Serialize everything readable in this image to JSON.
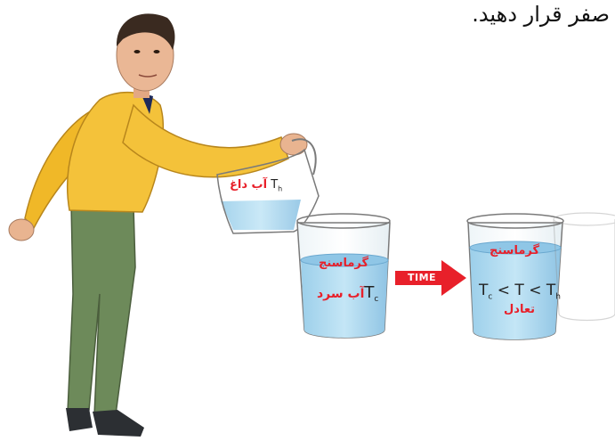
{
  "caption": "صفر قرار دهید.",
  "pitcher": {
    "liquid": "آب داغ",
    "temp_symbol": "T",
    "temp_sub": "h"
  },
  "cold_beaker": {
    "thermometer": "گرماسنج",
    "liquid": "آب سرد",
    "temp_symbol": "T",
    "temp_sub": "c"
  },
  "arrow": {
    "label": "TIME"
  },
  "final_beaker": {
    "thermometer": "گرماسنج",
    "relation": "T",
    "tc_sub": "c",
    "th_sub": "h",
    "lt": "<",
    "state": "تعادل"
  },
  "colors": {
    "shirt": "#f4c23a",
    "pants": "#6d8a5a",
    "shoes": "#2c2f33",
    "skin": "#e9b490",
    "water": "#a9d6ee",
    "water_top": "#8fc6e6",
    "glass": "#7a7a7a",
    "arrow": "#e8202a"
  }
}
